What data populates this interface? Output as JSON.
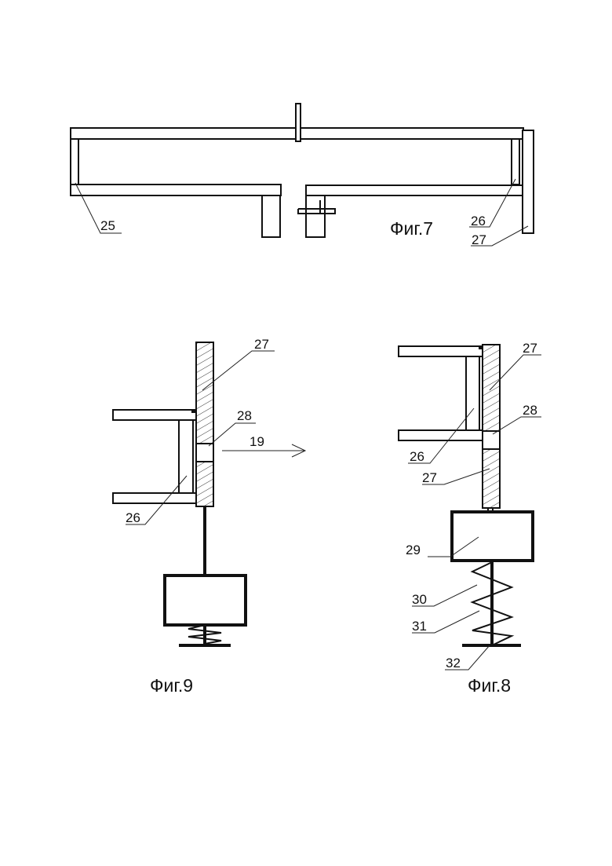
{
  "figures": {
    "fig7": {
      "caption": "Фиг.7",
      "labels": {
        "l25": "25",
        "l26": "26",
        "l27": "27"
      }
    },
    "fig9": {
      "caption": "Фиг.9",
      "labels": {
        "l27": "27",
        "l28": "28",
        "l19": "19",
        "l26": "26"
      }
    },
    "fig8": {
      "caption": "Фиг.8",
      "labels": {
        "l27a": "27",
        "l28": "28",
        "l26": "26",
        "l27b": "27",
        "l29": "29",
        "l30": "30",
        "l31": "31",
        "l32": "32"
      }
    }
  }
}
